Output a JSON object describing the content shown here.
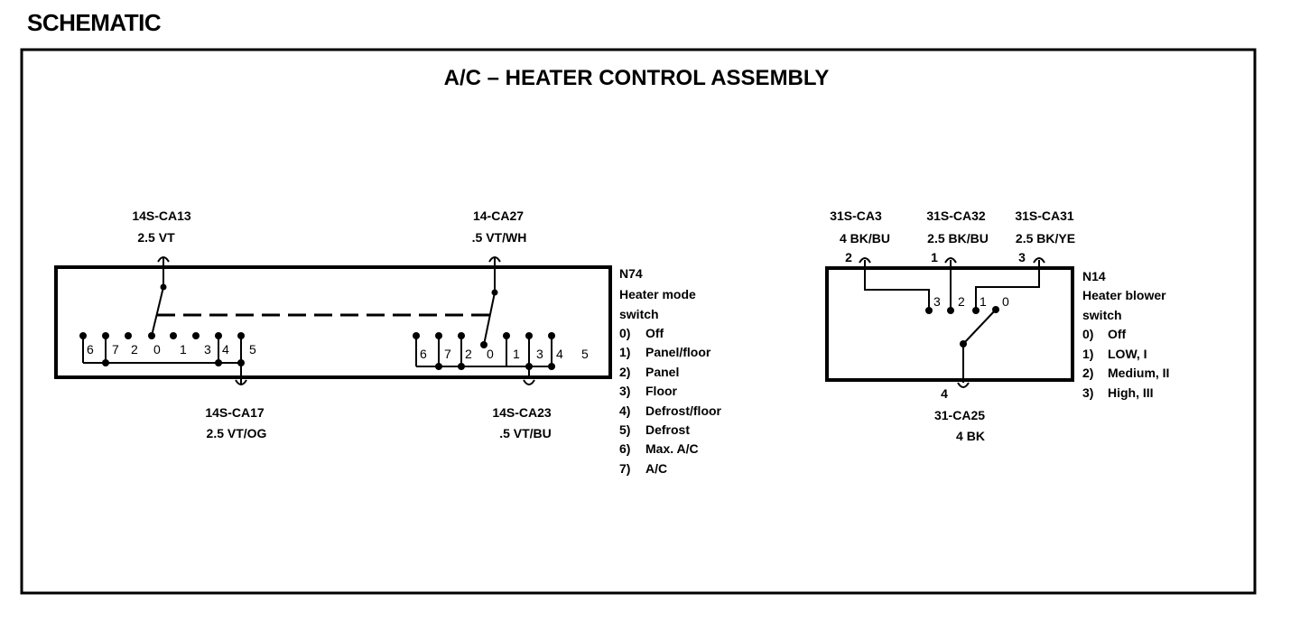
{
  "header": "SCHEMATIC",
  "title": "A/C – HEATER CONTROL ASSEMBLY",
  "n74": {
    "id": "N74",
    "name_lines": [
      "Heater mode",
      "switch"
    ],
    "legend": [
      {
        "key": "0)",
        "text": "Off"
      },
      {
        "key": "1)",
        "text": "Panel/floor"
      },
      {
        "key": "2)",
        "text": "Panel"
      },
      {
        "key": "3)",
        "text": "Floor"
      },
      {
        "key": "4)",
        "text": "Defrost/floor"
      },
      {
        "key": "5)",
        "text": "Defrost"
      },
      {
        "key": "6)",
        "text": "Max. A/C"
      },
      {
        "key": "7)",
        "text": "A/C"
      }
    ],
    "wires": {
      "ca13": {
        "code": "14S-CA13",
        "spec": "2.5 VT"
      },
      "ca27": {
        "code": "14-CA27",
        "spec": ".5 VT/WH"
      },
      "ca17": {
        "code": "14S-CA17",
        "spec": "2.5 VT/OG"
      },
      "ca23": {
        "code": "14S-CA23",
        "spec": ".5 VT/BU"
      }
    },
    "left_pins": [
      "6",
      "7",
      "2",
      "0",
      "1",
      "3",
      "4",
      "5"
    ],
    "right_pins": [
      "6",
      "7",
      "2",
      "0",
      "1",
      "3",
      "4",
      "5"
    ]
  },
  "n14": {
    "id": "N14",
    "name_lines": [
      "Heater blower",
      "switch"
    ],
    "legend": [
      {
        "key": "0)",
        "text": "Off"
      },
      {
        "key": "1)",
        "text": "LOW, I"
      },
      {
        "key": "2)",
        "text": "Medium, II"
      },
      {
        "key": "3)",
        "text": "High, III"
      }
    ],
    "wires": {
      "ca3": {
        "code": "31S-CA3",
        "spec": "4 BK/BU",
        "terminal": "2"
      },
      "ca32": {
        "code": "31S-CA32",
        "spec": "2.5 BK/BU",
        "terminal": "1"
      },
      "ca31": {
        "code": "31S-CA31",
        "spec": "2.5 BK/YE",
        "terminal": "3"
      },
      "ca25": {
        "code": "31-CA25",
        "spec": "4 BK",
        "terminal": "4"
      }
    },
    "pins": [
      "3",
      "2",
      "1",
      "0"
    ]
  }
}
